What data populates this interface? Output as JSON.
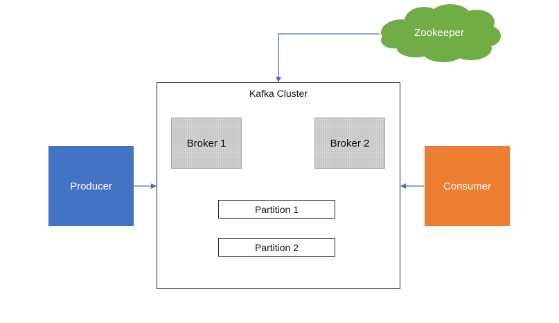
{
  "cluster": {
    "title": "Kafka Cluster"
  },
  "brokers": [
    "Broker 1",
    "Broker 2"
  ],
  "partitions": [
    "Partition 1",
    "Partition 2"
  ],
  "producer": {
    "label": "Producer"
  },
  "consumer": {
    "label": "Consumer"
  },
  "zookeeper": {
    "label": "Zookeeper"
  },
  "colors": {
    "producer": "#4472c4",
    "consumer": "#ed7d31",
    "zookeeper": "#70ad47",
    "connector": "#4472c4",
    "broker_fill": "#c6c6c6"
  }
}
